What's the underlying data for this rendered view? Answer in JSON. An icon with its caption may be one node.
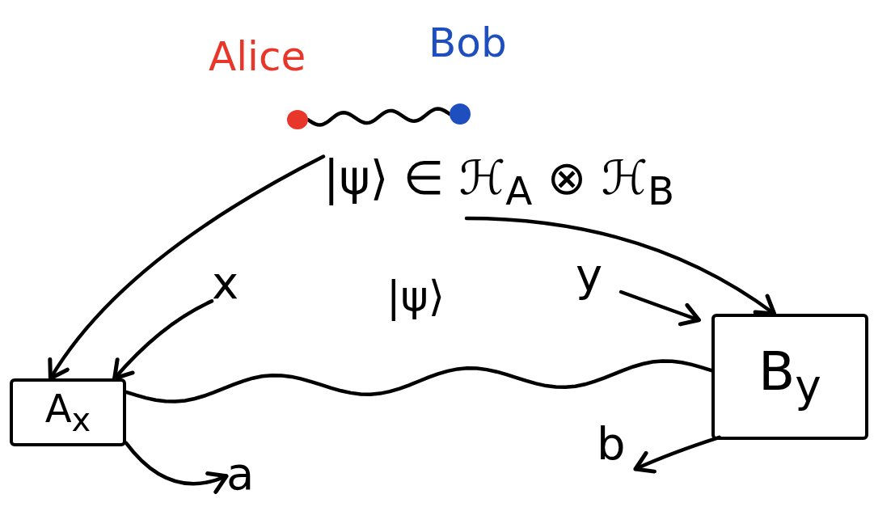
{
  "diagram": {
    "nodes": [
      {
        "text": [],
        "shape": "circle",
        "beside": [
          "Alice"
        ]
      },
      {
        "text": [],
        "shape": "circle",
        "beside": [
          "Bob"
        ]
      },
      {
        "text": [
          "|ψ⟩ ∈ ℋ$_{A}$ ⊗ ℋ$_{B}$"
        ]
      },
      {
        "text": [
          "x"
        ]
      },
      {
        "text": [
          "y"
        ]
      },
      {
        "text": [
          "A$_{x}$"
        ]
      },
      {
        "text": [
          "B$_{y}$"
        ]
      },
      {
        "text": [
          "a"
        ]
      },
      {
        "text": [
          "b"
        ]
      }
    ],
    "edges": [
      {
        "from": 0,
        "to": 1,
        "arrow": "none"
      },
      {
        "from": 2,
        "to": 5,
        "arrow": "to"
      },
      {
        "from": 3,
        "to": 5,
        "arrow": "to"
      },
      {
        "from": 2,
        "to": 6,
        "arrow": "to"
      },
      {
        "from": 4,
        "to": 6,
        "arrow": "to"
      },
      {
        "from": 5,
        "to": 6,
        "arrow": "none",
        "label": "|ψ⟩"
      },
      {
        "from": 5,
        "to": 7,
        "arrow": "to"
      },
      {
        "from": 6,
        "to": 8,
        "arrow": "to"
      }
    ]
  }
}
